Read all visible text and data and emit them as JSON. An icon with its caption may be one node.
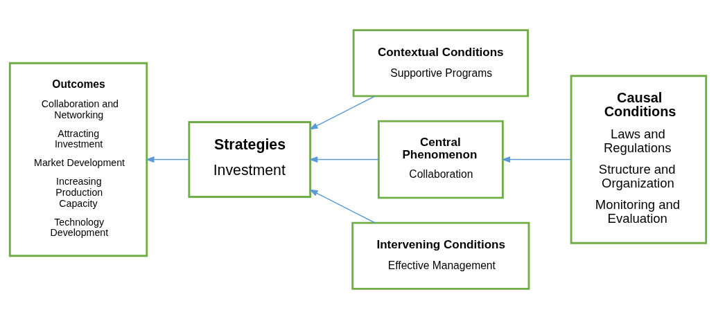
{
  "diagram": {
    "nodes": [
      {
        "text": [
          "Outcomes",
          "Collaboration and Networking",
          "Attracting Investment",
          "Market Development",
          "Increasing Production Capacity",
          "Technology Development"
        ]
      },
      {
        "text": [
          "Strategies",
          "Investment"
        ]
      },
      {
        "text": [
          "Contextual Conditions",
          "Supportive Programs"
        ]
      },
      {
        "text": [
          "Central Phenomenon",
          "Collaboration"
        ]
      },
      {
        "text": [
          "Intervening Conditions",
          "Effective Management"
        ]
      },
      {
        "text": [
          "Causal Conditions",
          "Laws and Regulations",
          "Structure and Organization",
          "Monitoring and Evaluation"
        ]
      }
    ],
    "edges": [
      {
        "from": 1,
        "to": 0,
        "arrow": "to"
      },
      {
        "from": 2,
        "to": 1,
        "arrow": "to"
      },
      {
        "from": 3,
        "to": 1,
        "arrow": "to"
      },
      {
        "from": 4,
        "to": 1,
        "arrow": "to"
      },
      {
        "from": 5,
        "to": 3,
        "arrow": "to"
      }
    ]
  }
}
